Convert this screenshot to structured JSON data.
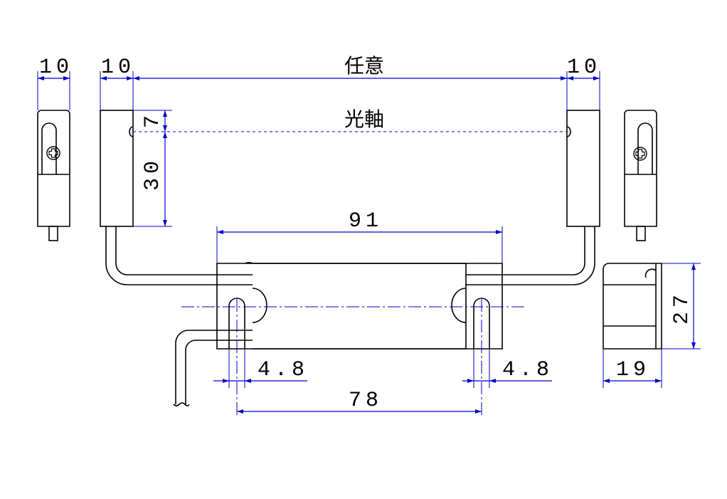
{
  "drawing": {
    "dimensions": {
      "emitter_width": "10",
      "sensor_width": "10",
      "receiver_width": "10",
      "span_label": "任意",
      "optical_axis_label": "光軸",
      "axis_offset": "7",
      "sensor_height": "30",
      "amp_length": "91",
      "slot_left": "4.8",
      "slot_right": "4.8",
      "mount_pitch": "78",
      "side_height": "27",
      "side_width": "19"
    },
    "colors": {
      "outline": "#000000",
      "dimension": "#0000c8"
    }
  }
}
